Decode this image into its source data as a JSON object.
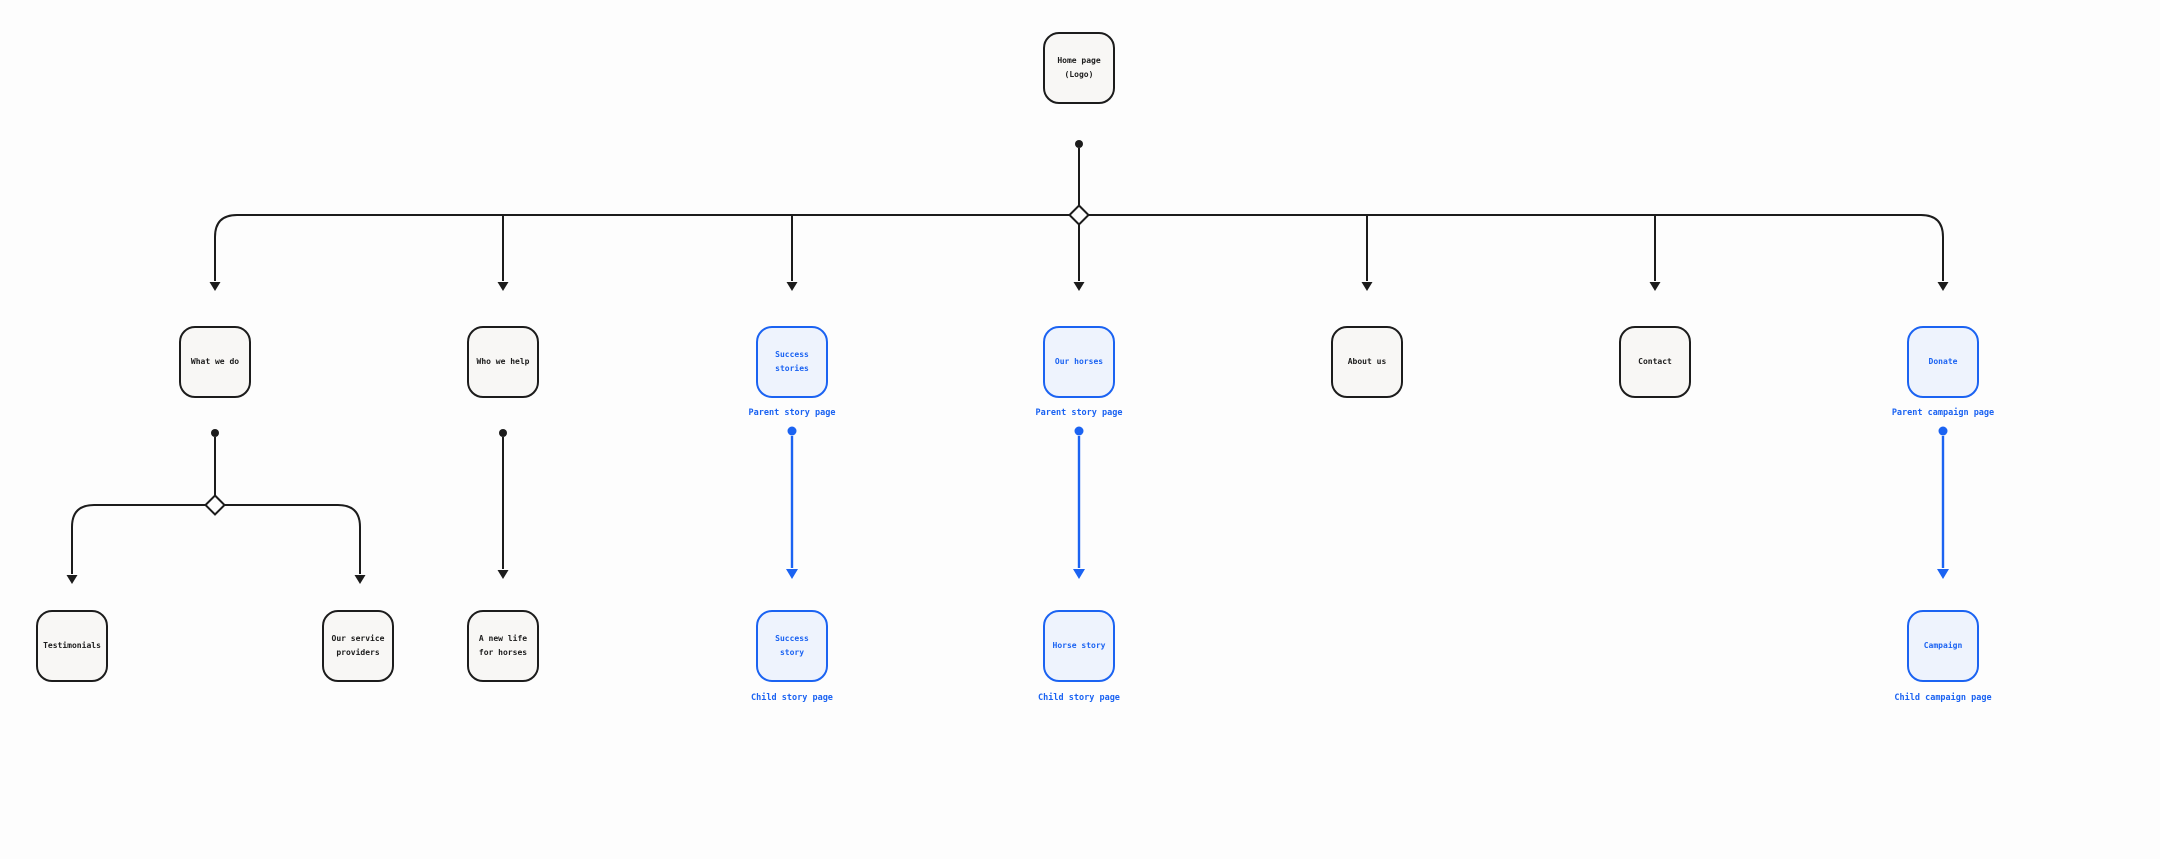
{
  "colors": {
    "accent_blue": "#1b63f2",
    "line_dark": "#1c1c1c",
    "node_fill": "#f8f7f5",
    "node_fill_blue": "#eef3fd",
    "background": "#fdfdfd"
  },
  "nodes": {
    "home": {
      "label": "Home page\n(Logo)"
    },
    "what_we_do": {
      "label": "What we do"
    },
    "who_we_help": {
      "label": "Who we help"
    },
    "success_stories": {
      "label": "Success\nstories"
    },
    "our_horses": {
      "label": "Our horses"
    },
    "about_us": {
      "label": "About us"
    },
    "contact": {
      "label": "Contact"
    },
    "donate": {
      "label": "Donate"
    },
    "testimonials": {
      "label": "Testimonials"
    },
    "our_service_providers": {
      "label": "Our service\nproviders"
    },
    "a_new_life_for_horses": {
      "label": "A new life\nfor horses"
    },
    "success_story": {
      "label": "Success\nstory"
    },
    "horse_story": {
      "label": "Horse story"
    },
    "campaign": {
      "label": "Campaign"
    }
  },
  "annotations": {
    "parent_story_success": "Parent story page",
    "parent_story_horses": "Parent story page",
    "parent_campaign": "Parent campaign page",
    "child_story_success": "Child story page",
    "child_story_horse": "Child story page",
    "child_campaign": "Child campaign page"
  }
}
